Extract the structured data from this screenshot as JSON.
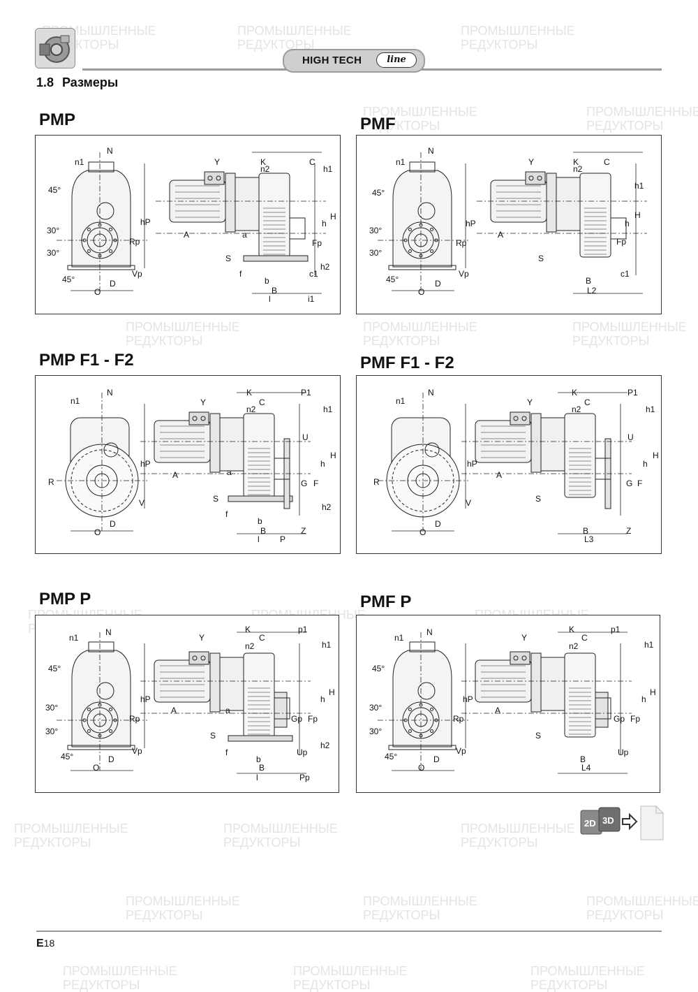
{
  "header": {
    "series_name": "HIGH TECH",
    "series_line": "line"
  },
  "section": {
    "number": "1.8",
    "title": "Размеры"
  },
  "watermark": {
    "line1": "ПРОМЫШЛЕННЫЕ",
    "line2": "РЕДУКТОРЫ"
  },
  "panels": [
    {
      "title": "PMP",
      "labels": [
        "N",
        "n1",
        "45°",
        "30°",
        "30°",
        "45°",
        "hP",
        "Rp",
        "Vp",
        "D",
        "O",
        "Y",
        "K",
        "n2",
        "C",
        "h1",
        "H",
        "h",
        "Fp",
        "A",
        "a",
        "S",
        "f",
        "b",
        "B",
        "l",
        "i1",
        "c1",
        "h2"
      ]
    },
    {
      "title": "PMF",
      "labels": [
        "N",
        "n1",
        "45°",
        "30°",
        "30°",
        "45°",
        "hP",
        "Rp",
        "Vp",
        "D",
        "O",
        "Y",
        "K",
        "n2",
        "C",
        "h1",
        "H",
        "h",
        "Fp",
        "A",
        "S",
        "B",
        "L2",
        "c1"
      ]
    },
    {
      "title": "PMP F1 - F2",
      "labels": [
        "N",
        "n1",
        "hP",
        "R",
        "V",
        "D",
        "O",
        "Y",
        "K",
        "P1",
        "C",
        "n2",
        "h1",
        "U",
        "H",
        "h",
        "G",
        "F",
        "A",
        "a",
        "S",
        "f",
        "b",
        "B",
        "l",
        "P",
        "Z",
        "h2"
      ]
    },
    {
      "title": "PMF F1 - F2",
      "labels": [
        "N",
        "n1",
        "hP",
        "R",
        "V",
        "D",
        "O",
        "Y",
        "K",
        "P1",
        "C",
        "n2",
        "h1",
        "U",
        "H",
        "h",
        "G",
        "F",
        "A",
        "S",
        "B",
        "L3",
        "Z"
      ]
    },
    {
      "title": "PMP P",
      "labels": [
        "N",
        "n1",
        "45°",
        "30°",
        "30°",
        "45°",
        "hP",
        "Rp",
        "Vp",
        "D",
        "O",
        "Y",
        "K",
        "p1",
        "C",
        "n2",
        "h1",
        "H",
        "h",
        "Gp",
        "Fp",
        "A",
        "a",
        "S",
        "f",
        "b",
        "B",
        "l",
        "Up",
        "h2",
        "Pp"
      ]
    },
    {
      "title": "PMF P",
      "labels": [
        "N",
        "n1",
        "45°",
        "30°",
        "30°",
        "45°",
        "hP",
        "Rp",
        "Vp",
        "D",
        "O",
        "Y",
        "K",
        "p1",
        "C",
        "n2",
        "h1",
        "H",
        "h",
        "Gp",
        "Fp",
        "A",
        "S",
        "B",
        "L4",
        "Up"
      ]
    }
  ],
  "cad_badge": {
    "left": "2D",
    "right": "3D"
  },
  "footer": {
    "page_letter": "E",
    "page_number": "18"
  }
}
